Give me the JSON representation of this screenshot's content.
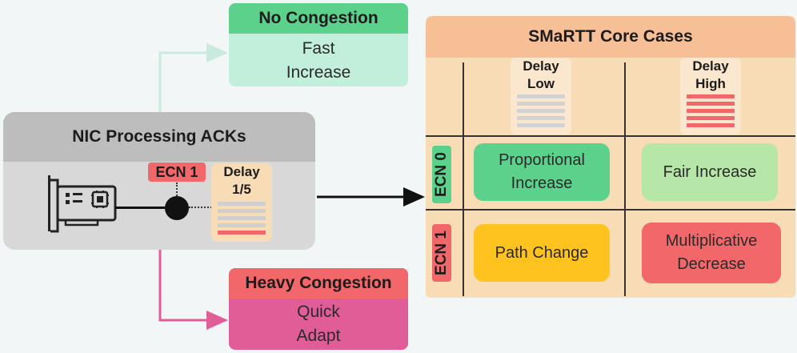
{
  "nic": {
    "title": "NIC Processing ACKs",
    "ecn_tag": "ECN 1",
    "delay_label": "Delay\n1/5"
  },
  "no_congestion": {
    "title": "No Congestion",
    "action_line1": "Fast",
    "action_line2": "Increase"
  },
  "heavy_congestion": {
    "title": "Heavy Congestion",
    "action_line1": "Quick",
    "action_line2": "Adapt"
  },
  "smartt": {
    "title": "SMaRTT Core Cases",
    "col_headers": [
      {
        "line1": "Delay",
        "line2": "Low"
      },
      {
        "line1": "Delay",
        "line2": "High"
      }
    ],
    "row_headers": [
      "ECN 0",
      "ECN 1"
    ],
    "cases": {
      "ecn0_low": {
        "line1": "Proportional",
        "line2": "Increase"
      },
      "ecn0_high": {
        "line1": "Fair Increase",
        "line2": ""
      },
      "ecn1_low": {
        "line1": "Path Change",
        "line2": ""
      },
      "ecn1_high": {
        "line1": "Multiplicative",
        "line2": "Decrease"
      }
    }
  },
  "colors": {
    "green": "#5cd18c",
    "light_green": "#c2efdc",
    "red": "#f2686a",
    "magenta": "#e05d98",
    "orange_header": "#f6bf95",
    "peach": "#f8dcb6",
    "yellow": "#ffc31f",
    "pale_green": "#b6e7a9",
    "gray": "#cfcfcf"
  },
  "icons": [
    "network-card-icon",
    "junction-dot-icon"
  ]
}
